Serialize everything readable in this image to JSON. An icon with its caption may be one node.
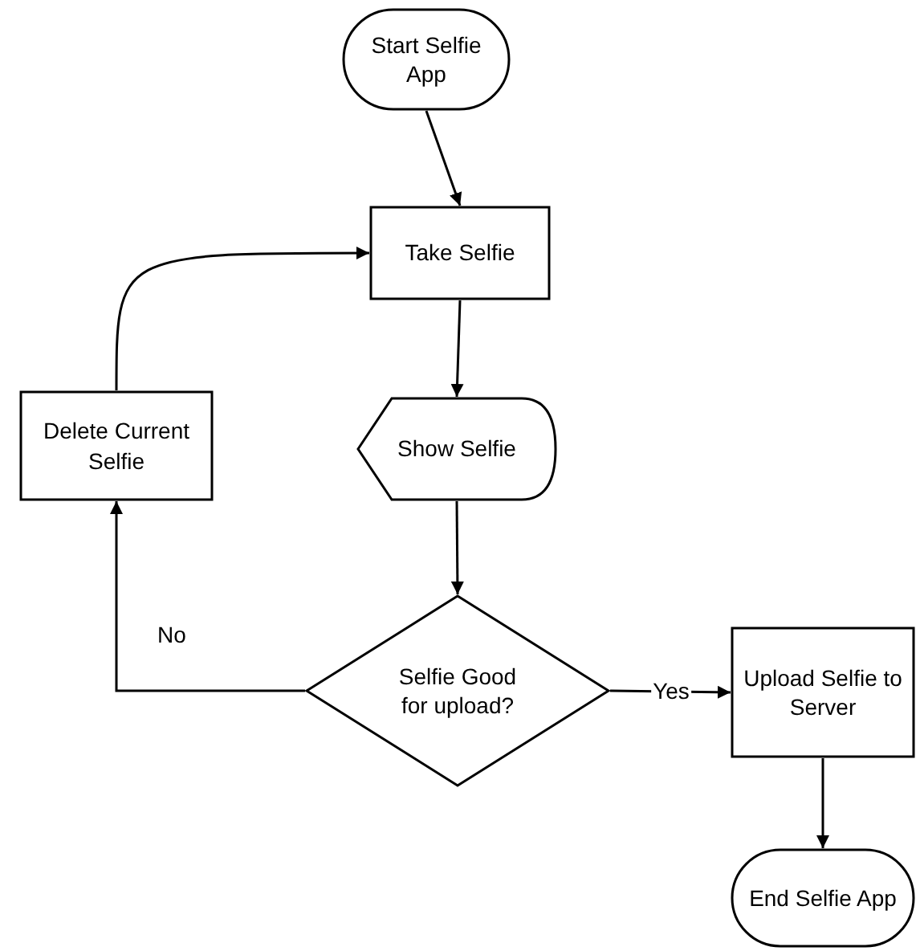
{
  "diagram": {
    "nodes": [
      {
        "text": [
          "Start Selfie App"
        ]
      },
      {
        "text": [
          "Take Selfie"
        ]
      },
      {
        "text": [
          "Show Selfie"
        ]
      },
      {
        "text": [
          "Delete Current Selfie"
        ]
      },
      {
        "text": [
          "Selfie Good for upload?"
        ]
      },
      {
        "text": [
          "Upload Selfie to Server"
        ]
      },
      {
        "text": [
          "End Selfie App"
        ]
      }
    ],
    "edges": [
      {
        "from": 0,
        "to": 1,
        "arrow": "to"
      },
      {
        "from": 1,
        "to": 2,
        "arrow": "to"
      },
      {
        "from": 2,
        "to": 4,
        "arrow": "to"
      },
      {
        "from": 4,
        "to": 3,
        "arrow": "to",
        "label": "No"
      },
      {
        "from": 3,
        "to": 1,
        "arrow": "to"
      },
      {
        "from": 4,
        "to": 5,
        "arrow": "to",
        "label": "Yes"
      },
      {
        "from": 5,
        "to": 6,
        "arrow": "to"
      }
    ]
  }
}
